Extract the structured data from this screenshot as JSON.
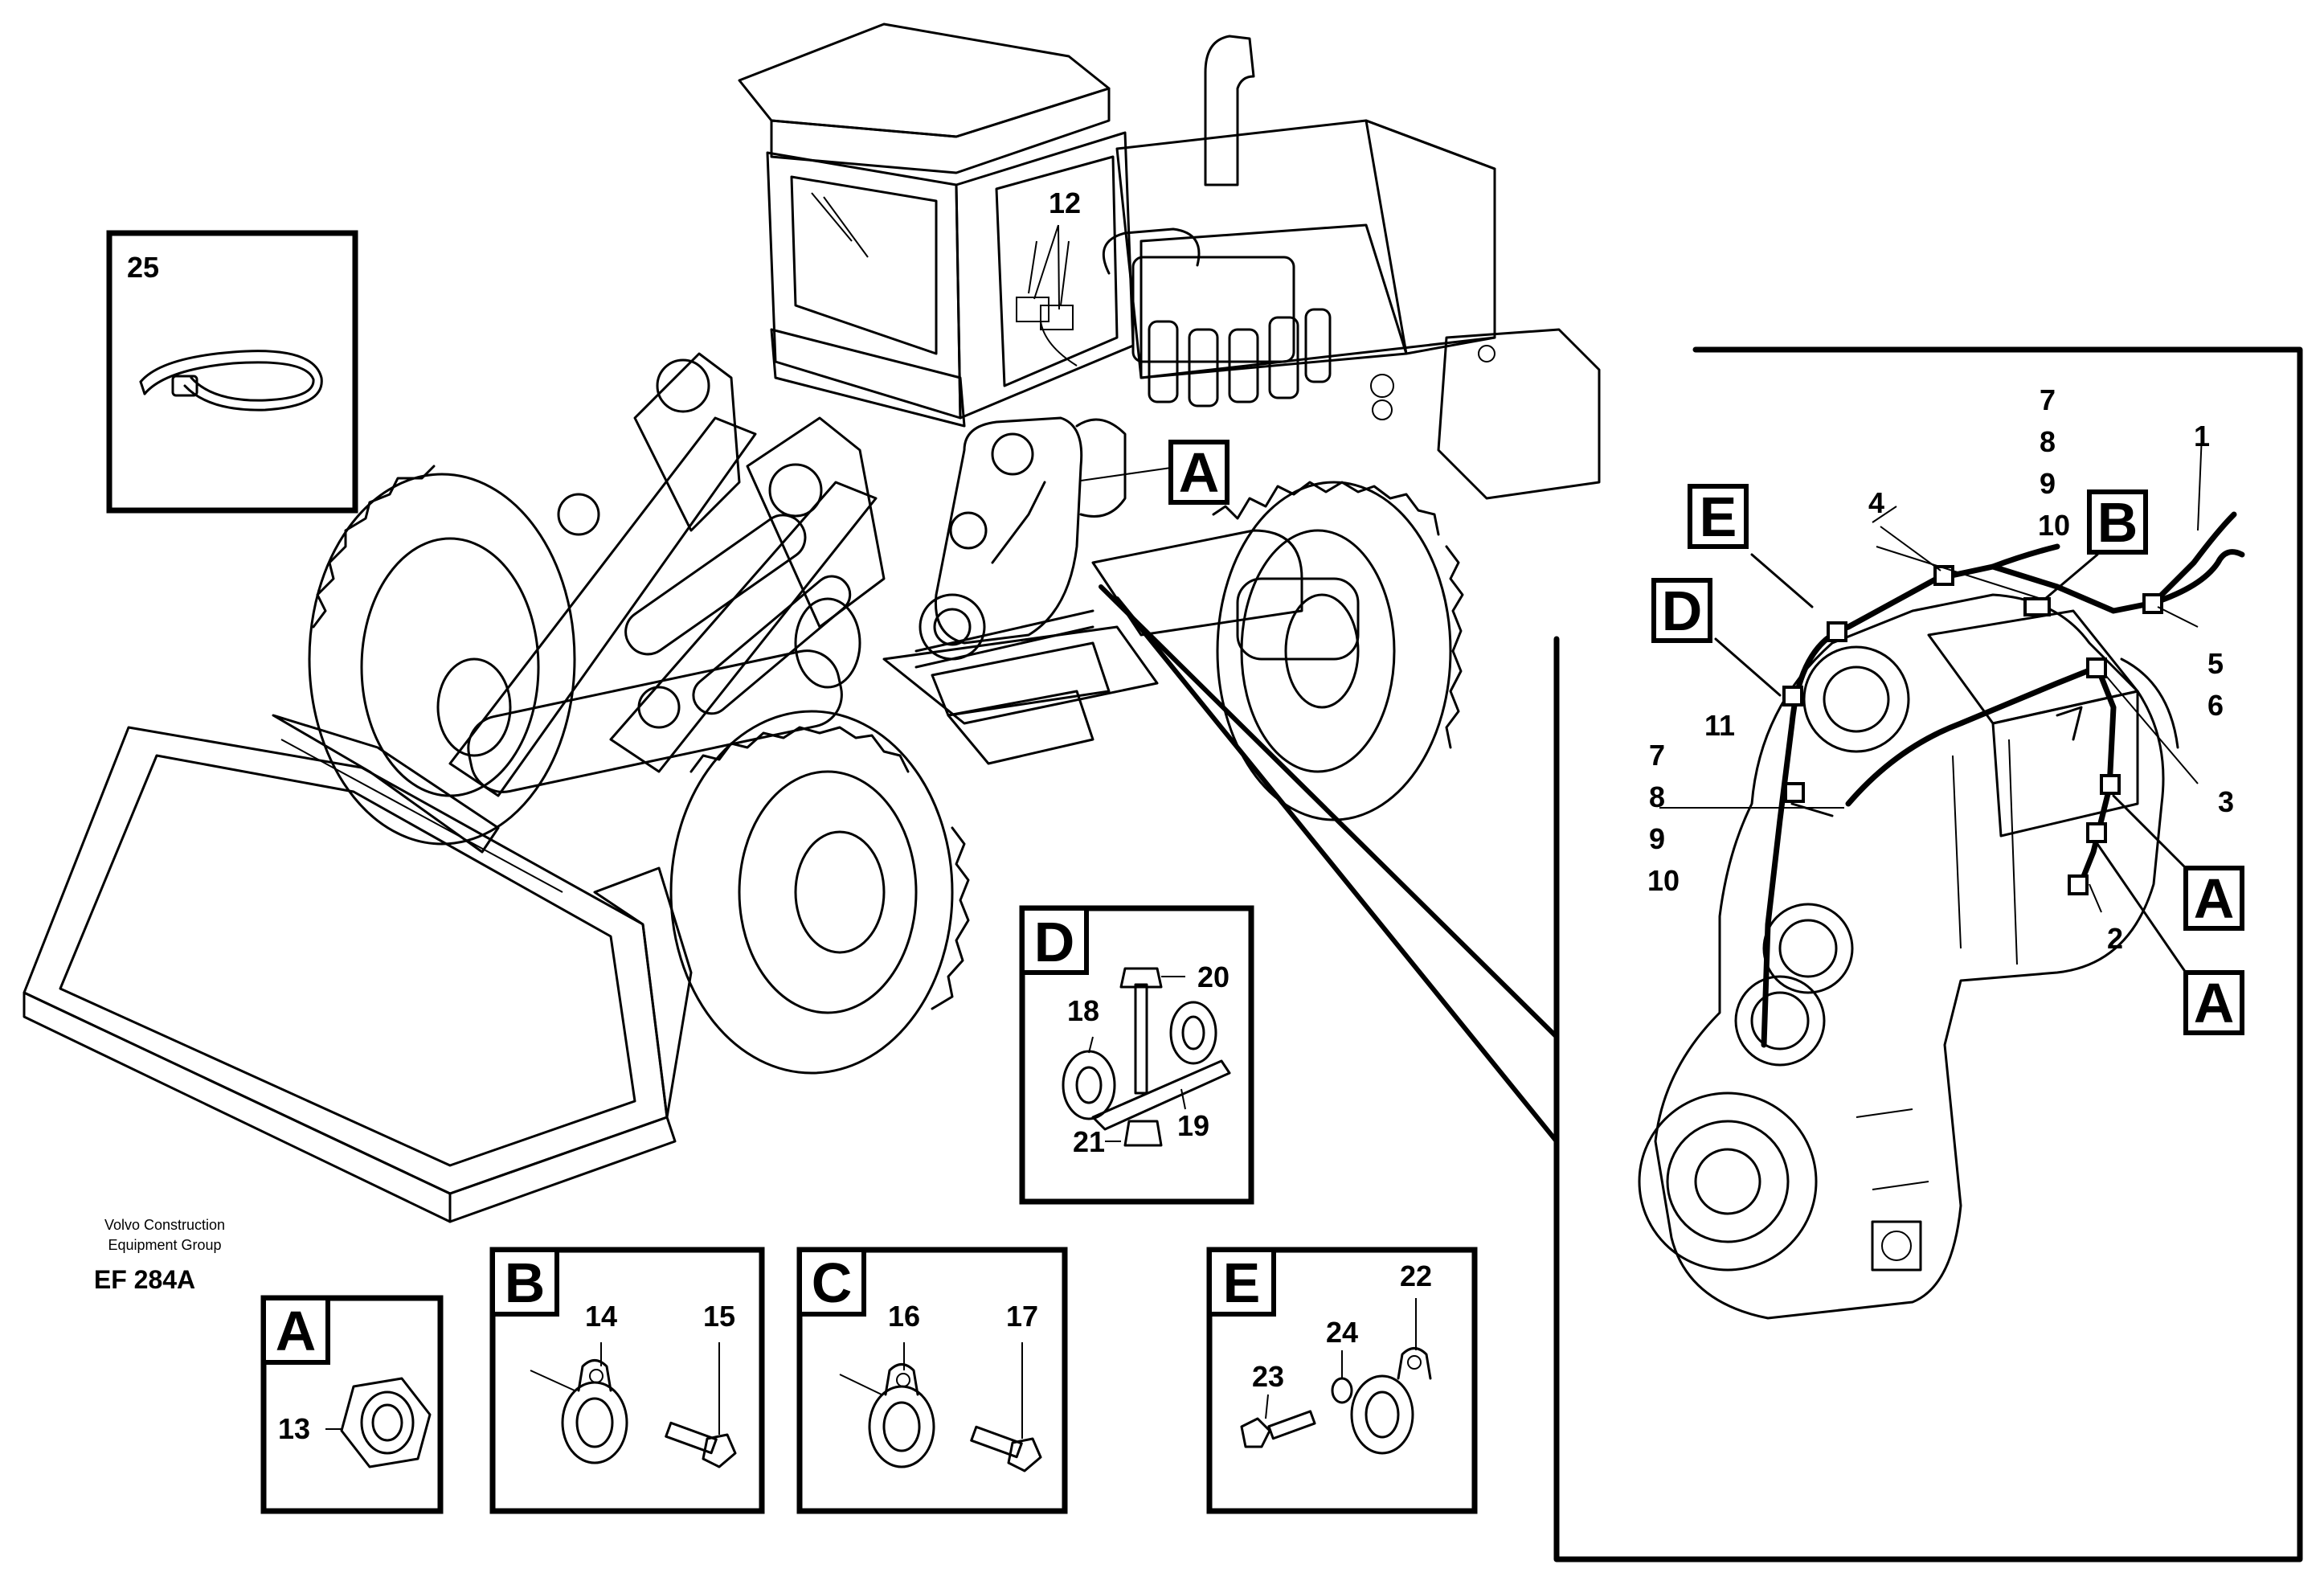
{
  "footer": {
    "company_line1": "Volvo Construction",
    "company_line2": "Equipment Group",
    "code": "EF 284A"
  },
  "tags": {
    "main_a": "A",
    "e": "E",
    "d": "D",
    "b": "B",
    "a1": "A",
    "a2": "A"
  },
  "callouts": {
    "n1": "1",
    "n2": "2",
    "n3": "3",
    "n4": "4",
    "n5": "5",
    "n6": "6",
    "n7a": "7",
    "n8a": "8",
    "n9a": "9",
    "n10a": "10",
    "n7b": "7",
    "n8b": "8",
    "n9b": "9",
    "n10b": "10",
    "n11": "11",
    "n12": "12"
  },
  "detail_25": {
    "number": "25"
  },
  "detail_d": {
    "letter": "D",
    "n18": "18",
    "n19": "19",
    "n20": "20",
    "n21": "21"
  },
  "detail_a": {
    "letter": "A",
    "n13": "13"
  },
  "detail_b": {
    "letter": "B",
    "n14": "14",
    "n15": "15"
  },
  "detail_c": {
    "letter": "C",
    "n16": "16",
    "n17": "17"
  },
  "detail_e": {
    "letter": "E",
    "n22": "22",
    "n23": "23",
    "n24": "24"
  }
}
